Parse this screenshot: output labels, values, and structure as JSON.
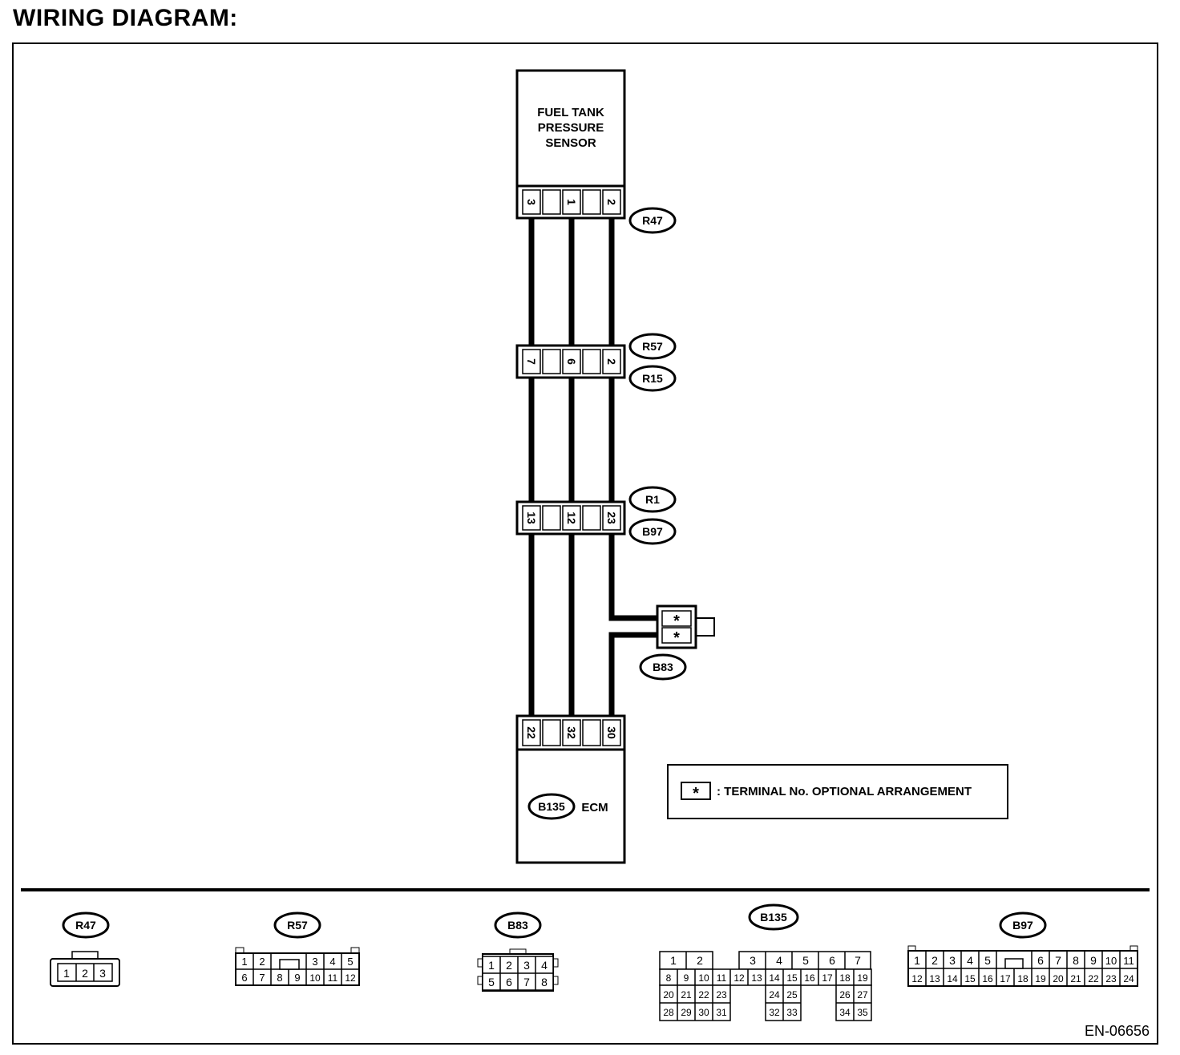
{
  "title": "WIRING DIAGRAM:",
  "sensor": {
    "lines": [
      "FUEL TANK",
      "PRESSURE",
      "SENSOR"
    ]
  },
  "ecm": {
    "connector": "B135",
    "label": "ECM"
  },
  "connectors": {
    "r47": {
      "label": "R47",
      "pins": [
        "3",
        "1",
        "2"
      ]
    },
    "r57_r15": {
      "labels": [
        "R57",
        "R15"
      ],
      "pins": [
        "7",
        "6",
        "2"
      ]
    },
    "r1_b97": {
      "labels": [
        "R1",
        "B97"
      ],
      "pins": [
        "13",
        "12",
        "23"
      ]
    },
    "b83": {
      "label": "B83",
      "pins": [
        "*",
        "*"
      ]
    },
    "b135": {
      "pins": [
        "22",
        "32",
        "30"
      ]
    }
  },
  "legend": {
    "symbol": "*",
    "text": ": TERMINAL No. OPTIONAL ARRANGEMENT"
  },
  "footer": {
    "r47": {
      "label": "R47",
      "cells": [
        "1",
        "2",
        "3"
      ]
    },
    "r57": {
      "label": "R57",
      "row1": [
        "1",
        "2",
        "3",
        "4",
        "5"
      ],
      "row2": [
        "6",
        "7",
        "8",
        "9",
        "10",
        "11",
        "12"
      ]
    },
    "b83": {
      "label": "B83",
      "row1": [
        "1",
        "2",
        "3",
        "4"
      ],
      "row2": [
        "5",
        "6",
        "7",
        "8"
      ]
    },
    "b135": {
      "label": "B135",
      "row1": [
        "1",
        "2",
        "3",
        "4",
        "5",
        "6",
        "7"
      ],
      "row2": [
        "8",
        "9",
        "10",
        "11",
        "12",
        "13",
        "14",
        "15",
        "16",
        "17",
        "18",
        "19"
      ],
      "row3": [
        "20",
        "21",
        "22",
        "23",
        "24",
        "25",
        "26",
        "27"
      ],
      "row4": [
        "28",
        "29",
        "30",
        "31",
        "32",
        "33",
        "34",
        "35"
      ]
    },
    "b97": {
      "label": "B97",
      "row1": [
        "1",
        "2",
        "3",
        "4",
        "5",
        "6",
        "7",
        "8",
        "9",
        "10",
        "11"
      ],
      "row2": [
        "12",
        "13",
        "14",
        "15",
        "16",
        "17",
        "18",
        "19",
        "20",
        "21",
        "22",
        "23",
        "24"
      ]
    }
  },
  "figure_id": "EN-06656"
}
